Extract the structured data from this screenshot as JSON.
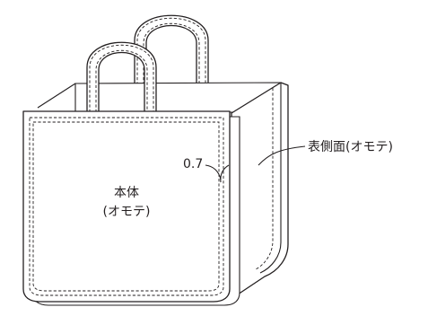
{
  "labels": {
    "body_line1": "本体",
    "body_line2": "(オモテ)",
    "side": "表側面(オモテ)",
    "seam": "0.7"
  },
  "colors": {
    "line": "#231f20",
    "fill": "#ffffff"
  }
}
